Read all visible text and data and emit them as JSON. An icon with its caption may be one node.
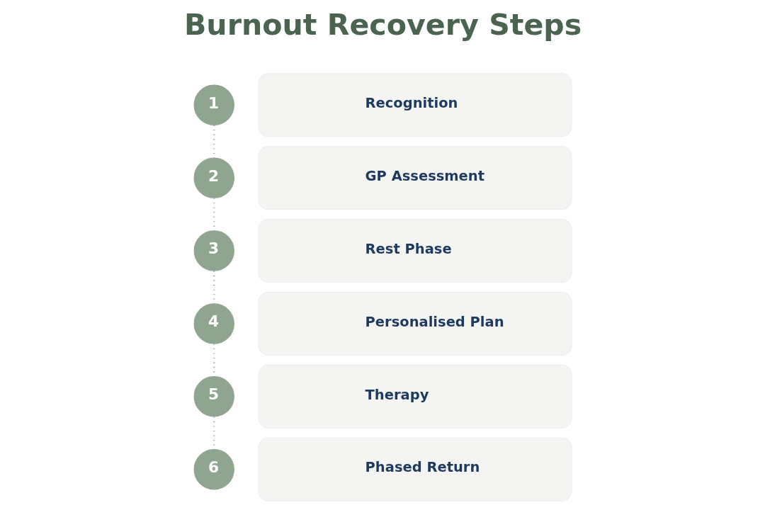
{
  "diagram": {
    "title": "Burnout Recovery Steps",
    "nodes": [
      {
        "text": [
          "1"
        ]
      },
      {
        "text": [
          "Recognition"
        ]
      },
      {
        "text": [
          "2"
        ]
      },
      {
        "text": [
          "GP Assessment"
        ]
      },
      {
        "text": [
          "3"
        ]
      },
      {
        "text": [
          "Rest Phase"
        ]
      },
      {
        "text": [
          "4"
        ]
      },
      {
        "text": [
          "Personalised Plan"
        ]
      },
      {
        "text": [
          "5"
        ]
      },
      {
        "text": [
          "Therapy"
        ]
      },
      {
        "text": [
          "6"
        ]
      },
      {
        "text": [
          "Phased Return"
        ]
      }
    ],
    "edges": [
      {
        "from": 0,
        "to": 2,
        "arrow": "none",
        "style": "dashed"
      },
      {
        "from": 2,
        "to": 4,
        "arrow": "none",
        "style": "dashed"
      },
      {
        "from": 4,
        "to": 6,
        "arrow": "none",
        "style": "dashed"
      },
      {
        "from": 6,
        "to": 8,
        "arrow": "none",
        "style": "dashed"
      },
      {
        "from": 8,
        "to": 10,
        "arrow": "none",
        "style": "dashed"
      }
    ]
  }
}
